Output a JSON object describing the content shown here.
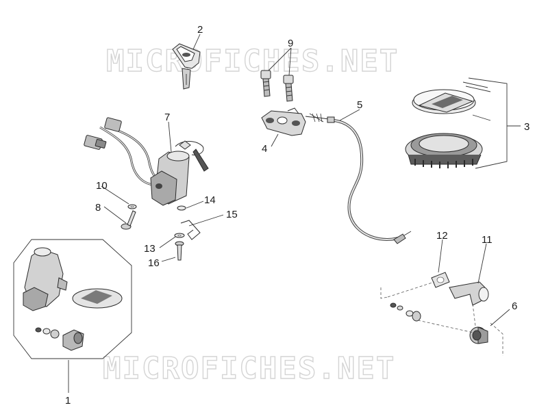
{
  "watermark": {
    "top": "MICROFICHES.NET",
    "bottom": "MICROFICHES.NET"
  },
  "callouts": [
    {
      "id": "c1",
      "label": "1"
    },
    {
      "id": "c2",
      "label": "2"
    },
    {
      "id": "c3",
      "label": "3"
    },
    {
      "id": "c4",
      "label": "4"
    },
    {
      "id": "c5",
      "label": "5"
    },
    {
      "id": "c6",
      "label": "6"
    },
    {
      "id": "c7",
      "label": "7"
    },
    {
      "id": "c8",
      "label": "8"
    },
    {
      "id": "c9",
      "label": "9"
    },
    {
      "id": "c10",
      "label": "10"
    },
    {
      "id": "c11",
      "label": "11"
    },
    {
      "id": "c12",
      "label": "12"
    },
    {
      "id": "c13",
      "label": "13"
    },
    {
      "id": "c14",
      "label": "14"
    },
    {
      "id": "c15",
      "label": "15"
    },
    {
      "id": "c16",
      "label": "16"
    }
  ]
}
